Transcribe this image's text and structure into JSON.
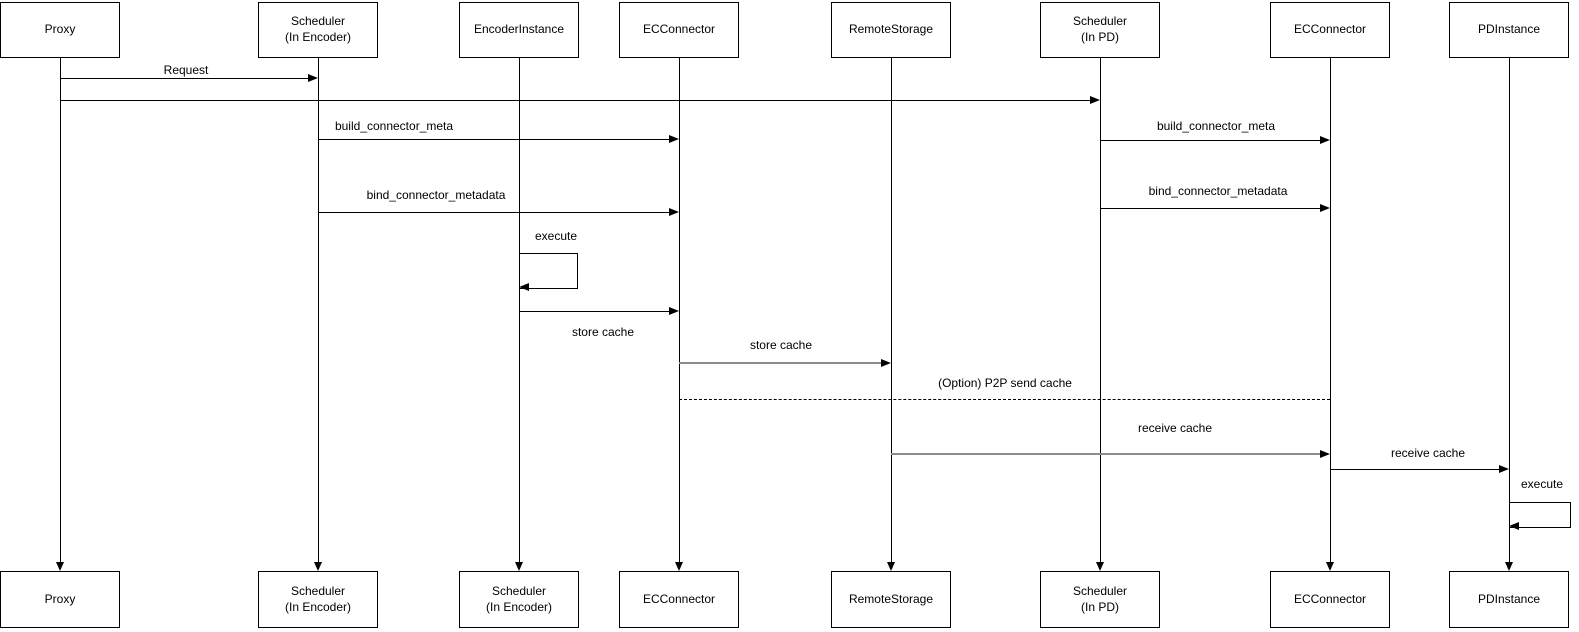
{
  "diagram_type": "uml-sequence-diagram",
  "colors": {
    "stroke": "#000000",
    "gray_arrow": "#8c8c8c",
    "box_fill": "#ffffff",
    "background": "#ffffff",
    "text": "#000000"
  },
  "actors": [
    {
      "name": "proxy",
      "top_label": "Proxy",
      "bottom_label": "Proxy"
    },
    {
      "name": "scheduler-encoder",
      "top_label": "Scheduler\n(In Encoder)",
      "bottom_label": "Scheduler\n(In Encoder)"
    },
    {
      "name": "encoder-instance",
      "top_label": "EncoderInstance",
      "bottom_label": "Scheduler\n(In Encoder)"
    },
    {
      "name": "ec-connector-1",
      "top_label": "ECConnector",
      "bottom_label": "ECConnector"
    },
    {
      "name": "remote-storage",
      "top_label": "RemoteStorage",
      "bottom_label": "RemoteStorage"
    },
    {
      "name": "scheduler-pd",
      "top_label": "Scheduler\n(In PD)",
      "bottom_label": "Scheduler\n(In PD)"
    },
    {
      "name": "ec-connector-2",
      "top_label": "ECConnector",
      "bottom_label": "ECConnector"
    },
    {
      "name": "pd-instance",
      "top_label": "PDInstance",
      "bottom_label": "PDInstance"
    }
  ],
  "messages": [
    {
      "label": "Request",
      "from": "Proxy",
      "to": "Scheduler (In Encoder)",
      "style": "solid"
    },
    {
      "label": "",
      "from": "Proxy",
      "to": "Scheduler (In PD)",
      "style": "solid"
    },
    {
      "label": "build_connector_meta",
      "from": "Scheduler (In Encoder)",
      "to": "ECConnector",
      "style": "solid"
    },
    {
      "label": "bind_connector_metadata",
      "from": "Scheduler (In Encoder)",
      "to": "ECConnector",
      "style": "solid"
    },
    {
      "label": "execute",
      "from": "EncoderInstance",
      "to": "EncoderInstance",
      "style": "self"
    },
    {
      "label": "store cache",
      "from": "EncoderInstance",
      "to": "ECConnector",
      "style": "solid"
    },
    {
      "label": "store cache",
      "from": "ECConnector",
      "to": "RemoteStorage",
      "style": "gray"
    },
    {
      "label": "(Option) P2P send cache",
      "from": "ECConnector",
      "to": "ECConnector (PD side)",
      "style": "dashed"
    },
    {
      "label": "build_connector_meta",
      "from": "Scheduler (In PD)",
      "to": "ECConnector (PD side)",
      "style": "solid"
    },
    {
      "label": "bind_connector_metadata",
      "from": "Scheduler (In PD)",
      "to": "ECConnector (PD side)",
      "style": "solid"
    },
    {
      "label": "receive cache",
      "from": "RemoteStorage",
      "to": "ECConnector (PD side)",
      "style": "gray"
    },
    {
      "label": "receive cache",
      "from": "ECConnector (PD side)",
      "to": "PDInstance",
      "style": "solid"
    },
    {
      "label": "execute",
      "from": "PDInstance",
      "to": "PDInstance",
      "style": "self"
    }
  ]
}
